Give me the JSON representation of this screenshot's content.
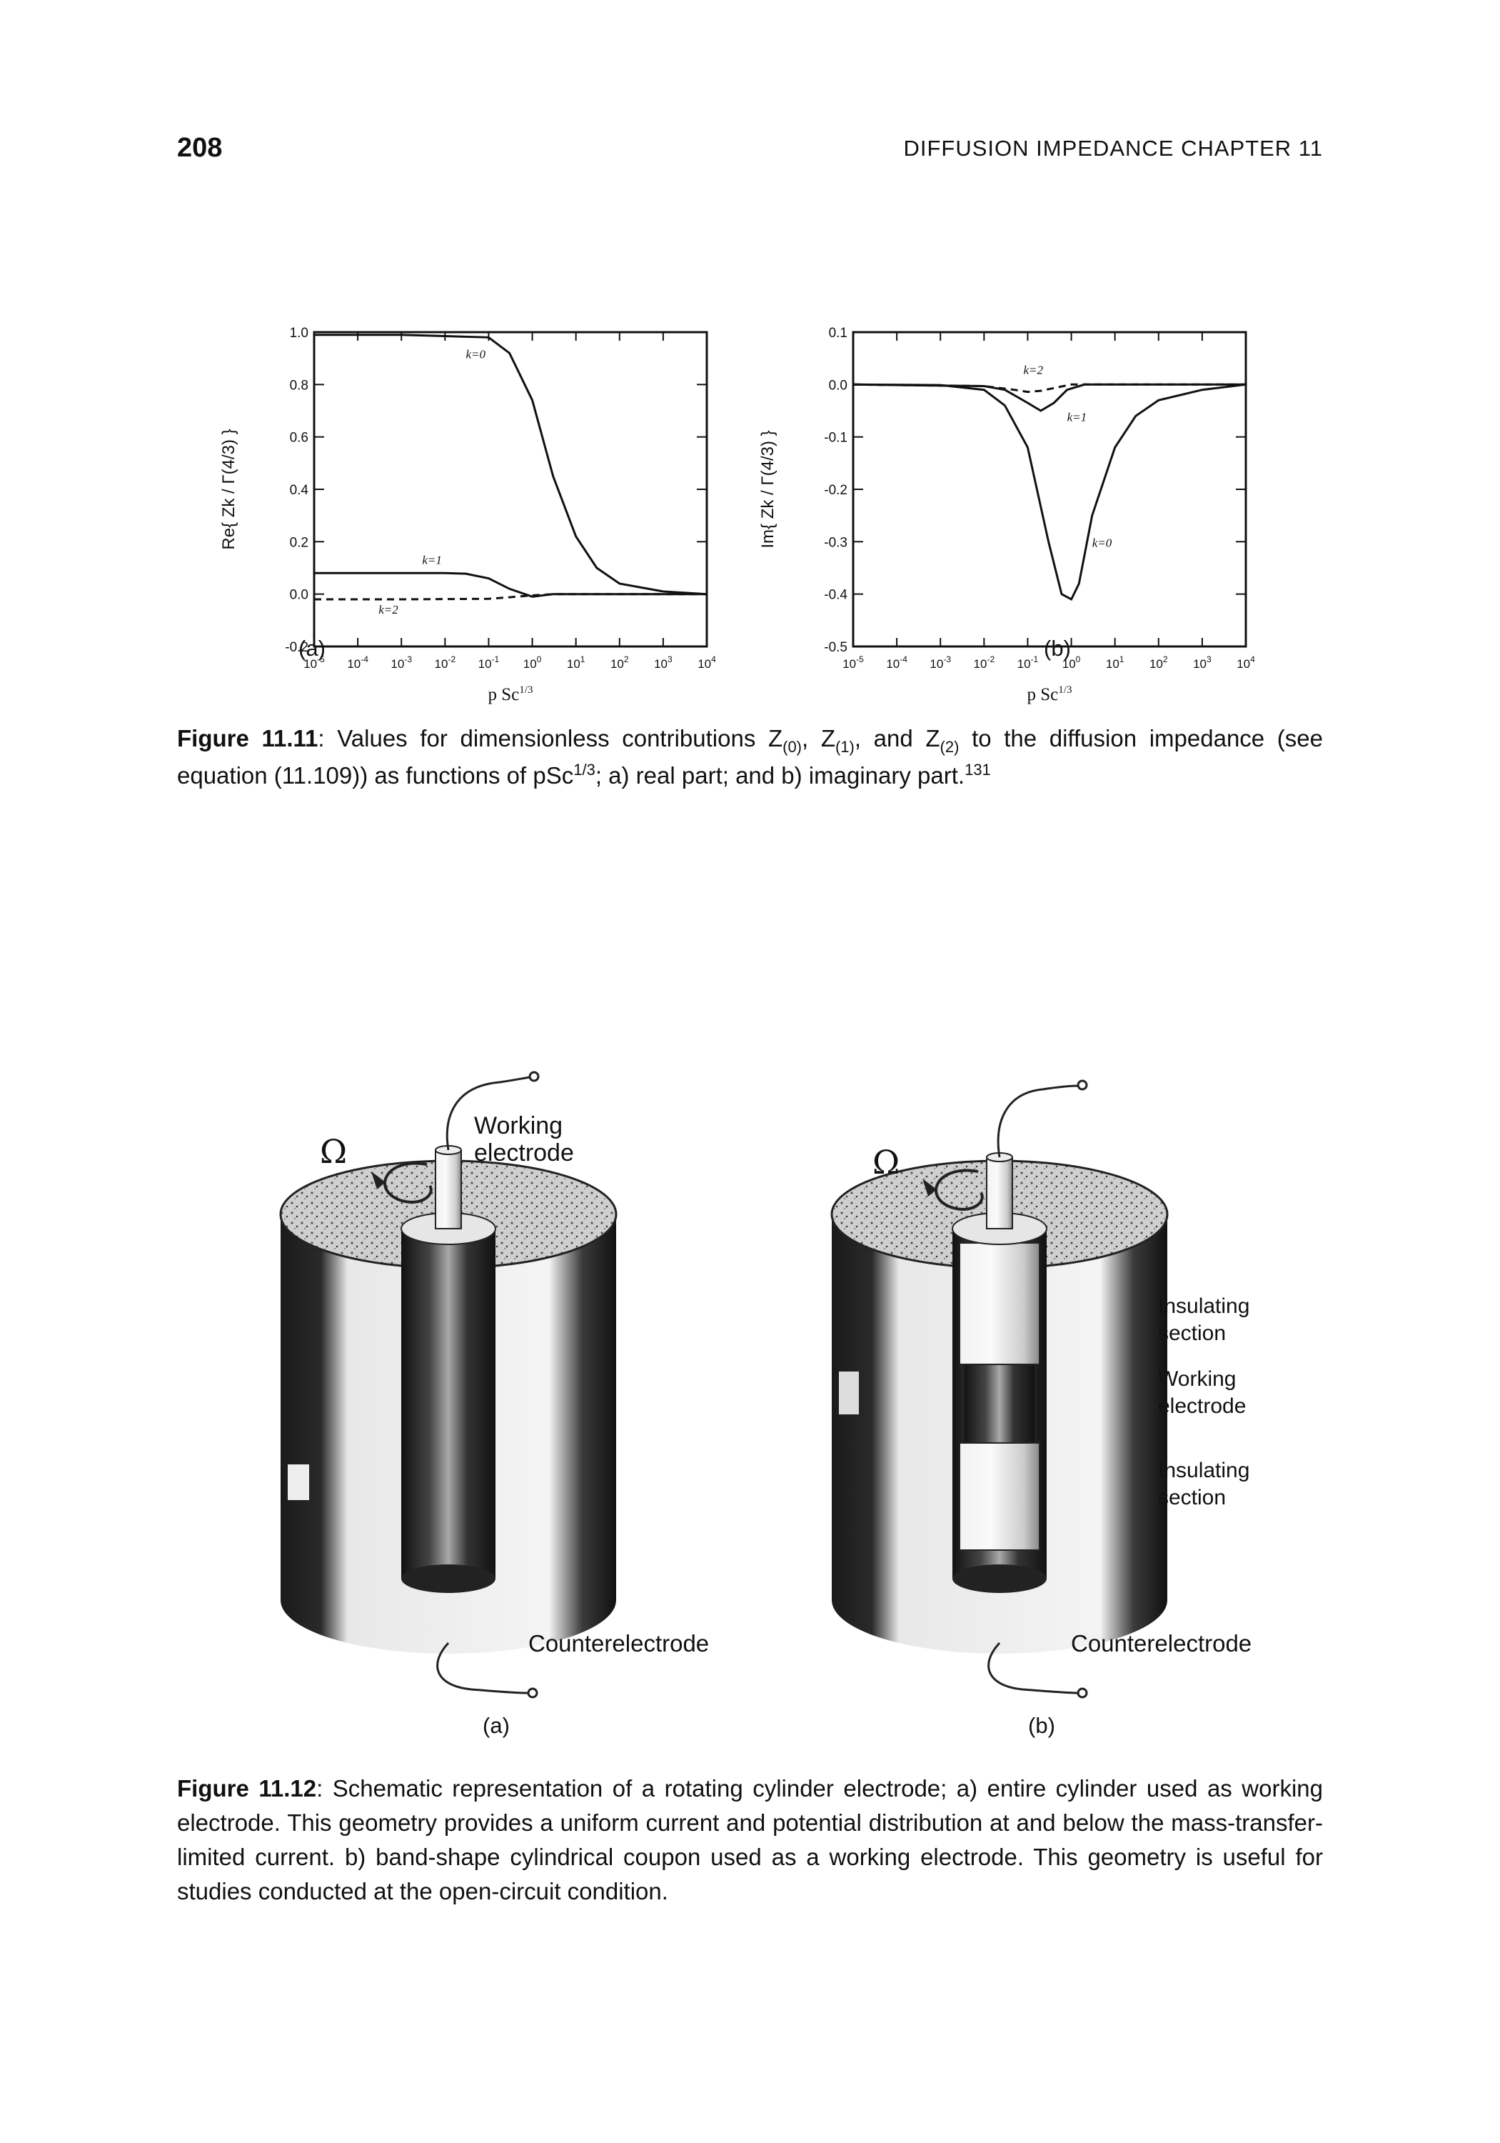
{
  "header": {
    "page_number": "208",
    "running_head": "DIFFUSION IMPEDANCE  CHAPTER 11"
  },
  "chart_data": [
    {
      "type": "line",
      "panel": "(a)",
      "xlabel": "p Sc1/3",
      "ylabel": "Re{ Zk / Γ(4/3) }",
      "x_scale": "log",
      "xlim": [
        1e-05,
        10000.0
      ],
      "ylim": [
        -0.2,
        1.0
      ],
      "x_ticks": [
        "10-5",
        "10-4",
        "10-3",
        "10-2",
        "10-1",
        "100",
        "101",
        "102",
        "103",
        "104"
      ],
      "y_ticks": [
        "1.0",
        "0.8",
        "0.6",
        "0.4",
        "0.2",
        "0.0",
        "-0.2"
      ],
      "series": [
        {
          "name": "k=0",
          "x": [
            1e-05,
            0.001,
            0.1,
            0.3,
            1,
            3,
            10,
            30,
            100,
            1000,
            10000
          ],
          "y": [
            0.99,
            0.99,
            0.98,
            0.92,
            0.74,
            0.45,
            0.22,
            0.1,
            0.04,
            0.01,
            0.0
          ]
        },
        {
          "name": "k=1",
          "x": [
            1e-05,
            0.001,
            0.01,
            0.03,
            0.1,
            0.3,
            1,
            3,
            10,
            10000
          ],
          "y": [
            0.08,
            0.08,
            0.08,
            0.078,
            0.06,
            0.02,
            -0.01,
            0.0,
            0.0,
            0.0
          ]
        },
        {
          "name": "k=2",
          "x": [
            1e-05,
            0.001,
            0.1,
            0.3,
            1,
            3,
            10000
          ],
          "y": [
            -0.02,
            -0.02,
            -0.018,
            -0.012,
            -0.005,
            0.0,
            0.0
          ]
        }
      ],
      "annotations": [
        "k=0",
        "k=1",
        "k=2"
      ]
    },
    {
      "type": "line",
      "panel": "(b)",
      "xlabel": "p Sc1/3",
      "ylabel": "Im{ Zk / Γ(4/3) }",
      "x_scale": "log",
      "xlim": [
        1e-05,
        10000.0
      ],
      "ylim": [
        -0.5,
        0.1
      ],
      "x_ticks": [
        "10-5",
        "10-4",
        "10-3",
        "10-2",
        "10-1",
        "100",
        "101",
        "102",
        "103",
        "104"
      ],
      "y_ticks": [
        "0.1",
        "0.0",
        "-0.1",
        "-0.2",
        "-0.3",
        "-0.4",
        "-0.5"
      ],
      "series": [
        {
          "name": "k=0",
          "x": [
            1e-05,
            0.001,
            0.01,
            0.03,
            0.1,
            0.3,
            0.6,
            1,
            1.5,
            3,
            10,
            30,
            100,
            1000,
            10000
          ],
          "y": [
            0.0,
            -0.001,
            -0.01,
            -0.04,
            -0.12,
            -0.3,
            -0.4,
            -0.41,
            -0.38,
            -0.25,
            -0.12,
            -0.06,
            -0.03,
            -0.01,
            0.0
          ]
        },
        {
          "name": "k=1",
          "x": [
            1e-05,
            0.01,
            0.03,
            0.1,
            0.2,
            0.4,
            0.8,
            2,
            10000
          ],
          "y": [
            0.0,
            -0.003,
            -0.01,
            -0.035,
            -0.05,
            -0.035,
            -0.01,
            0.0,
            0.0
          ]
        },
        {
          "name": "k=2",
          "x": [
            1e-05,
            0.01,
            0.05,
            0.1,
            0.2,
            0.5,
            1,
            10000
          ],
          "y": [
            0.0,
            -0.003,
            -0.01,
            -0.014,
            -0.012,
            -0.005,
            0.0,
            0.0
          ]
        }
      ],
      "annotations": [
        "k=0",
        "k=1",
        "k=2"
      ]
    }
  ],
  "fig11_11": {
    "label_a": "(a)",
    "label_b": "(b)",
    "x_axis_a": "p Sc",
    "x_axis_b": "p Sc",
    "x_axis_sup": "1/3",
    "y_axis_a": "Re{ Zk / Γ(4/3) }",
    "y_axis_b": "Im{ Zk / Γ(4/3) }",
    "caption_label": "Figure 11.11",
    "caption_text_1": ": Values for dimensionless contributions Z",
    "caption_sub_0": "(0)",
    "caption_text_2": ", Z",
    "caption_sub_1": "(1)",
    "caption_text_3": ", and Z",
    "caption_sub_2": "(2)",
    "caption_text_4": " to the diffusion impedance (see equation (11.109)) as functions of pSc",
    "caption_sup": "1/3",
    "caption_text_5": "; a) real part; and b) imaginary part.",
    "caption_ref": "131"
  },
  "fig11_12": {
    "omega": "Ω",
    "working_electrode_a_line1": "Working",
    "working_electrode_a_line2": "electrode",
    "counterelectrode_a": "Counterelectrode",
    "counterelectrode_b": "Counterelectrode",
    "insulating_top_line1": "Insulating",
    "insulating_top_line2": "section",
    "working_b_line1": "Working",
    "working_b_line2": "electrode",
    "insulating_bottom_line1": "Insulating",
    "insulating_bottom_line2": "section",
    "label_a": "(a)",
    "label_b": "(b)",
    "caption_label": "Figure 11.12",
    "caption_text": ": Schematic representation of a rotating cylinder electrode; a) entire cylinder used as working electrode. This geometry provides a uniform current and potential distribution at and below the mass-transfer-limited current. b) band-shape cylindrical coupon used as a working electrode. This geometry is useful for studies conducted at the open-circuit condition."
  }
}
